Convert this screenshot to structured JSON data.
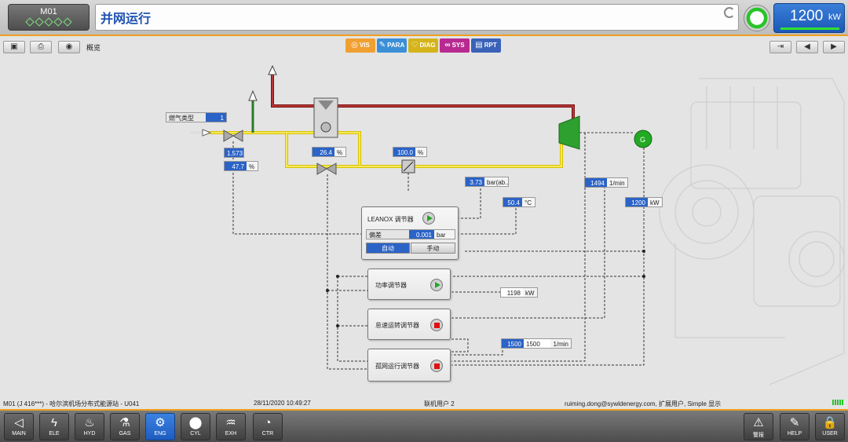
{
  "header": {
    "unit_label": "M01",
    "title": "并网运行",
    "power_value": "1200",
    "power_unit": "kW"
  },
  "toolbar": {
    "overview_label": "概览",
    "tabs": [
      {
        "label": "VIS",
        "color": "#f0a030"
      },
      {
        "label": "PARA",
        "color": "#3a8fd8"
      },
      {
        "label": "DIAG",
        "color": "#e0c020"
      },
      {
        "label": "SYS",
        "color": "#c02a9a"
      },
      {
        "label": "RPT",
        "color": "#3a62b8"
      }
    ]
  },
  "diagram": {
    "gas_type_label": "燃气类型",
    "gas_type_value": "1",
    "valve_value": "1.573",
    "valve_pct": "47.7",
    "bypass_pct": "26.4",
    "throttle_pct": "100.0",
    "pressure_value": "3.73",
    "pressure_unit": "bar(ab...",
    "temp_value": "50.4",
    "temp_unit": "°C",
    "speed_value": "1494",
    "speed_unit": "1/min",
    "gen_power_value": "1200",
    "gen_power_unit": "kW",
    "generator_label": "G",
    "pct_unit": "%",
    "leanox": {
      "title": "LEANOX 调节器",
      "deviation_label": "偏差",
      "deviation_value": "0.001",
      "deviation_unit": "bar",
      "auto_label": "自动",
      "manual_label": "手动"
    },
    "power_ctrl": {
      "title": "功率调节器",
      "value": "1198",
      "unit": "kW"
    },
    "idle_ctrl": {
      "title": "怠速运转调节器"
    },
    "island_ctrl": {
      "title": "孤网运行调节器",
      "value1": "1500",
      "value2": "1500",
      "unit": "1/min"
    }
  },
  "status": {
    "left": "M01 (J 416***) - 哈尔滨机场分布式能源站 - U041",
    "datetime": "28/11/2020 10:49:27",
    "user": "联机用户 2",
    "right": "ruiming.dong@sywldenergy.com, 扩展用户, Simple 显示"
  },
  "nav": [
    {
      "label": "MAIN",
      "icon": "◁"
    },
    {
      "label": "ELE",
      "icon": "ϟ"
    },
    {
      "label": "HYD",
      "icon": "♨"
    },
    {
      "label": "GAS",
      "icon": "⚗"
    },
    {
      "label": "ENG",
      "icon": "⚙"
    },
    {
      "label": "CYL",
      "icon": "⬤"
    },
    {
      "label": "EXH",
      "icon": "♒"
    },
    {
      "label": "CTR",
      "icon": "◔"
    },
    {
      "label": "警报",
      "icon": "⚠"
    },
    {
      "label": "HELP",
      "icon": "✎"
    },
    {
      "label": "USER",
      "icon": "🔒"
    }
  ]
}
